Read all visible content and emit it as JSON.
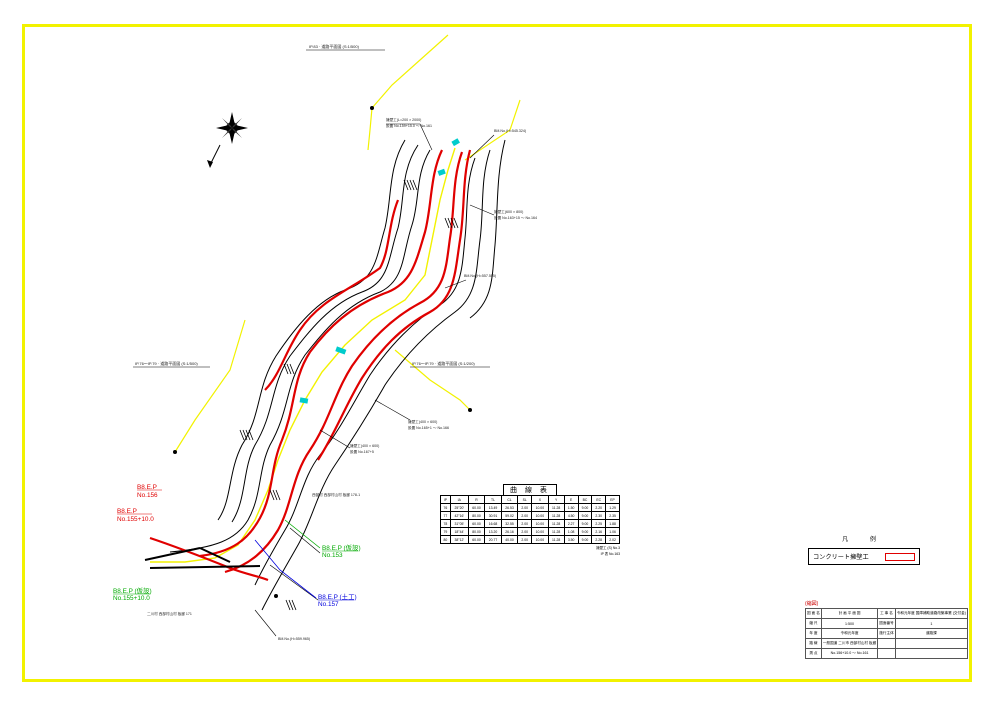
{
  "drawing": {
    "view_labels": {
      "top": "IP.83 · 道路平面図 (S:1/500)",
      "middle_left": "IP.76〜IP.79 · 道路平面図 (S:1/500)",
      "middle_right": "IP.76〜IP.79 · 道路平面図 (S:1/200)"
    },
    "structure_labels": [
      "擁壁工(L=200 × 2000)",
      "設置 No.159+15.0 ～ No.161",
      "BM.No.(H=545.324)",
      "擁壁工(600 × 800)",
      "設置 No.163+15 ～ No.164",
      "BM.No.(H=557.555)",
      "擁壁工(400 × 600)",
      "設置 No.165+1 ～ No.166",
      "擁壁工(400 × 600)",
      "設置 No.167+5",
      "BM.No.(H=559.965)",
      "西部村 西部村山村 板廊 178-1",
      "二川村 西部村山村 板廊 171"
    ],
    "bp_labels": [
      {
        "text": "B8.E.P",
        "sub": "No.156",
        "color": "#e00000"
      },
      {
        "text": "B8.E.P",
        "sub": "No.155+10.0",
        "color": "#e00000"
      },
      {
        "text": "B8.E.P (仮設)",
        "sub": "No.155+10.0",
        "color": "#00aa00"
      },
      {
        "text": "B8.E.P (仮設)",
        "sub": "No.153",
        "color": "#00aa00"
      },
      {
        "text": "B8.E.P (土工)",
        "sub": "No.157",
        "color": "#0000dd"
      }
    ]
  },
  "ip_table": {
    "title": "曲 線 表",
    "headers": [
      "IP",
      "IA",
      "R",
      "TL",
      "CL",
      "SL",
      "X",
      "Y",
      "E",
      "BC",
      "EC",
      "EP"
    ],
    "rows": [
      [
        "76",
        "25°20'",
        "60.00",
        "13.49",
        "26.53",
        "2.00",
        "10.00",
        "11.28",
        "1.50",
        "9.00",
        "2.20",
        "1.29"
      ],
      [
        "77",
        "42°16'",
        "80.00",
        "30.91",
        "59.02",
        "2.00",
        "10.00",
        "11.28",
        "4.50",
        "9.00",
        "2.30",
        "2.35"
      ],
      [
        "78",
        "31°05'",
        "60.00",
        "16.68",
        "32.55",
        "2.00",
        "10.00",
        "11.28",
        "2.27",
        "9.00",
        "2.25",
        "1.88"
      ],
      [
        "79",
        "18°44'",
        "80.00",
        "13.20",
        "26.16",
        "2.00",
        "10.00",
        "11.28",
        "1.08",
        "9.00",
        "2.16",
        "1.06"
      ],
      [
        "80",
        "38°12'",
        "60.00",
        "20.77",
        "40.00",
        "2.00",
        "10.00",
        "11.28",
        "3.50",
        "9.00",
        "2.28",
        "2.02"
      ]
    ],
    "notes": [
      "擁壁工 (S) No.3",
      "IP 表 No.163"
    ]
  },
  "legend": {
    "title": "凡 例",
    "item_label": "コンクリート擁壁工",
    "item_color": "#e00000"
  },
  "title_block": {
    "header": "(縮図)",
    "rows": [
      [
        "図 面 名",
        "計 画 平 面 図",
        "工 事 名",
        "令和元年度 国庫補助道路改築事業 (交付金)"
      ],
      [
        "縮 尺",
        "1:500",
        "図面番号",
        "1"
      ],
      [
        "年 度",
        "令和元年度",
        "施行主体",
        "道路課"
      ],
      [
        "路 線",
        "一般国道 二川市 西部村山村 板廊",
        "",
        ""
      ],
      [
        "測 点",
        "No.156+10.0 〜 No.161",
        "",
        ""
      ]
    ]
  },
  "colors": {
    "frame": "#f2f200",
    "retaining_wall": "#e00000",
    "centerline": "#f2f200",
    "slope_lines": "#000000",
    "bench_marks": "#00cccc"
  }
}
